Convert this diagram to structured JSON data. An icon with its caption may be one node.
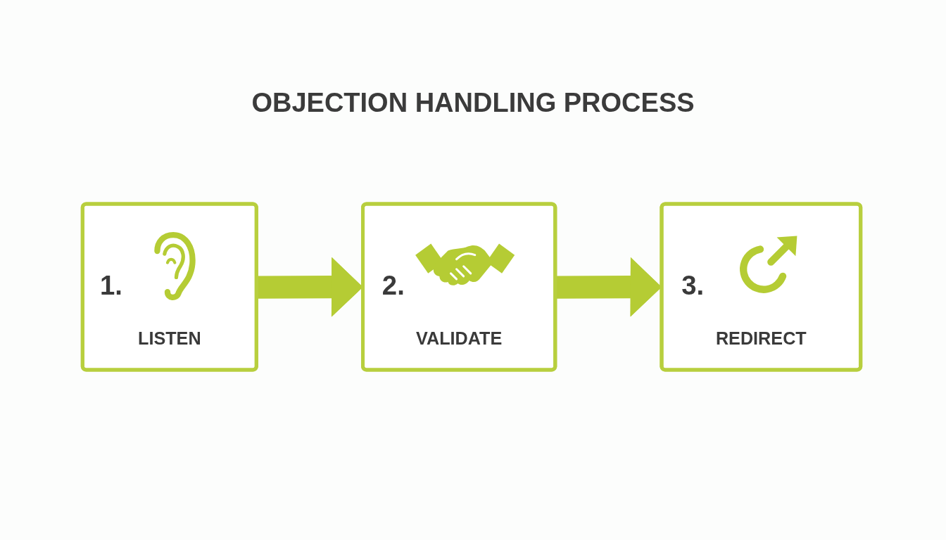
{
  "diagram": {
    "title": "OBJECTION HANDLING PROCESS",
    "nodes": [
      {
        "text": [
          "1.",
          "LISTEN"
        ]
      },
      {
        "text": [
          "2.",
          "VALIDATE"
        ]
      },
      {
        "text": [
          "3.",
          "REDIRECT"
        ]
      }
    ],
    "edges": [
      {
        "from": 0,
        "to": 1,
        "arrow": "to"
      },
      {
        "from": 1,
        "to": 2,
        "arrow": "to"
      }
    ]
  }
}
